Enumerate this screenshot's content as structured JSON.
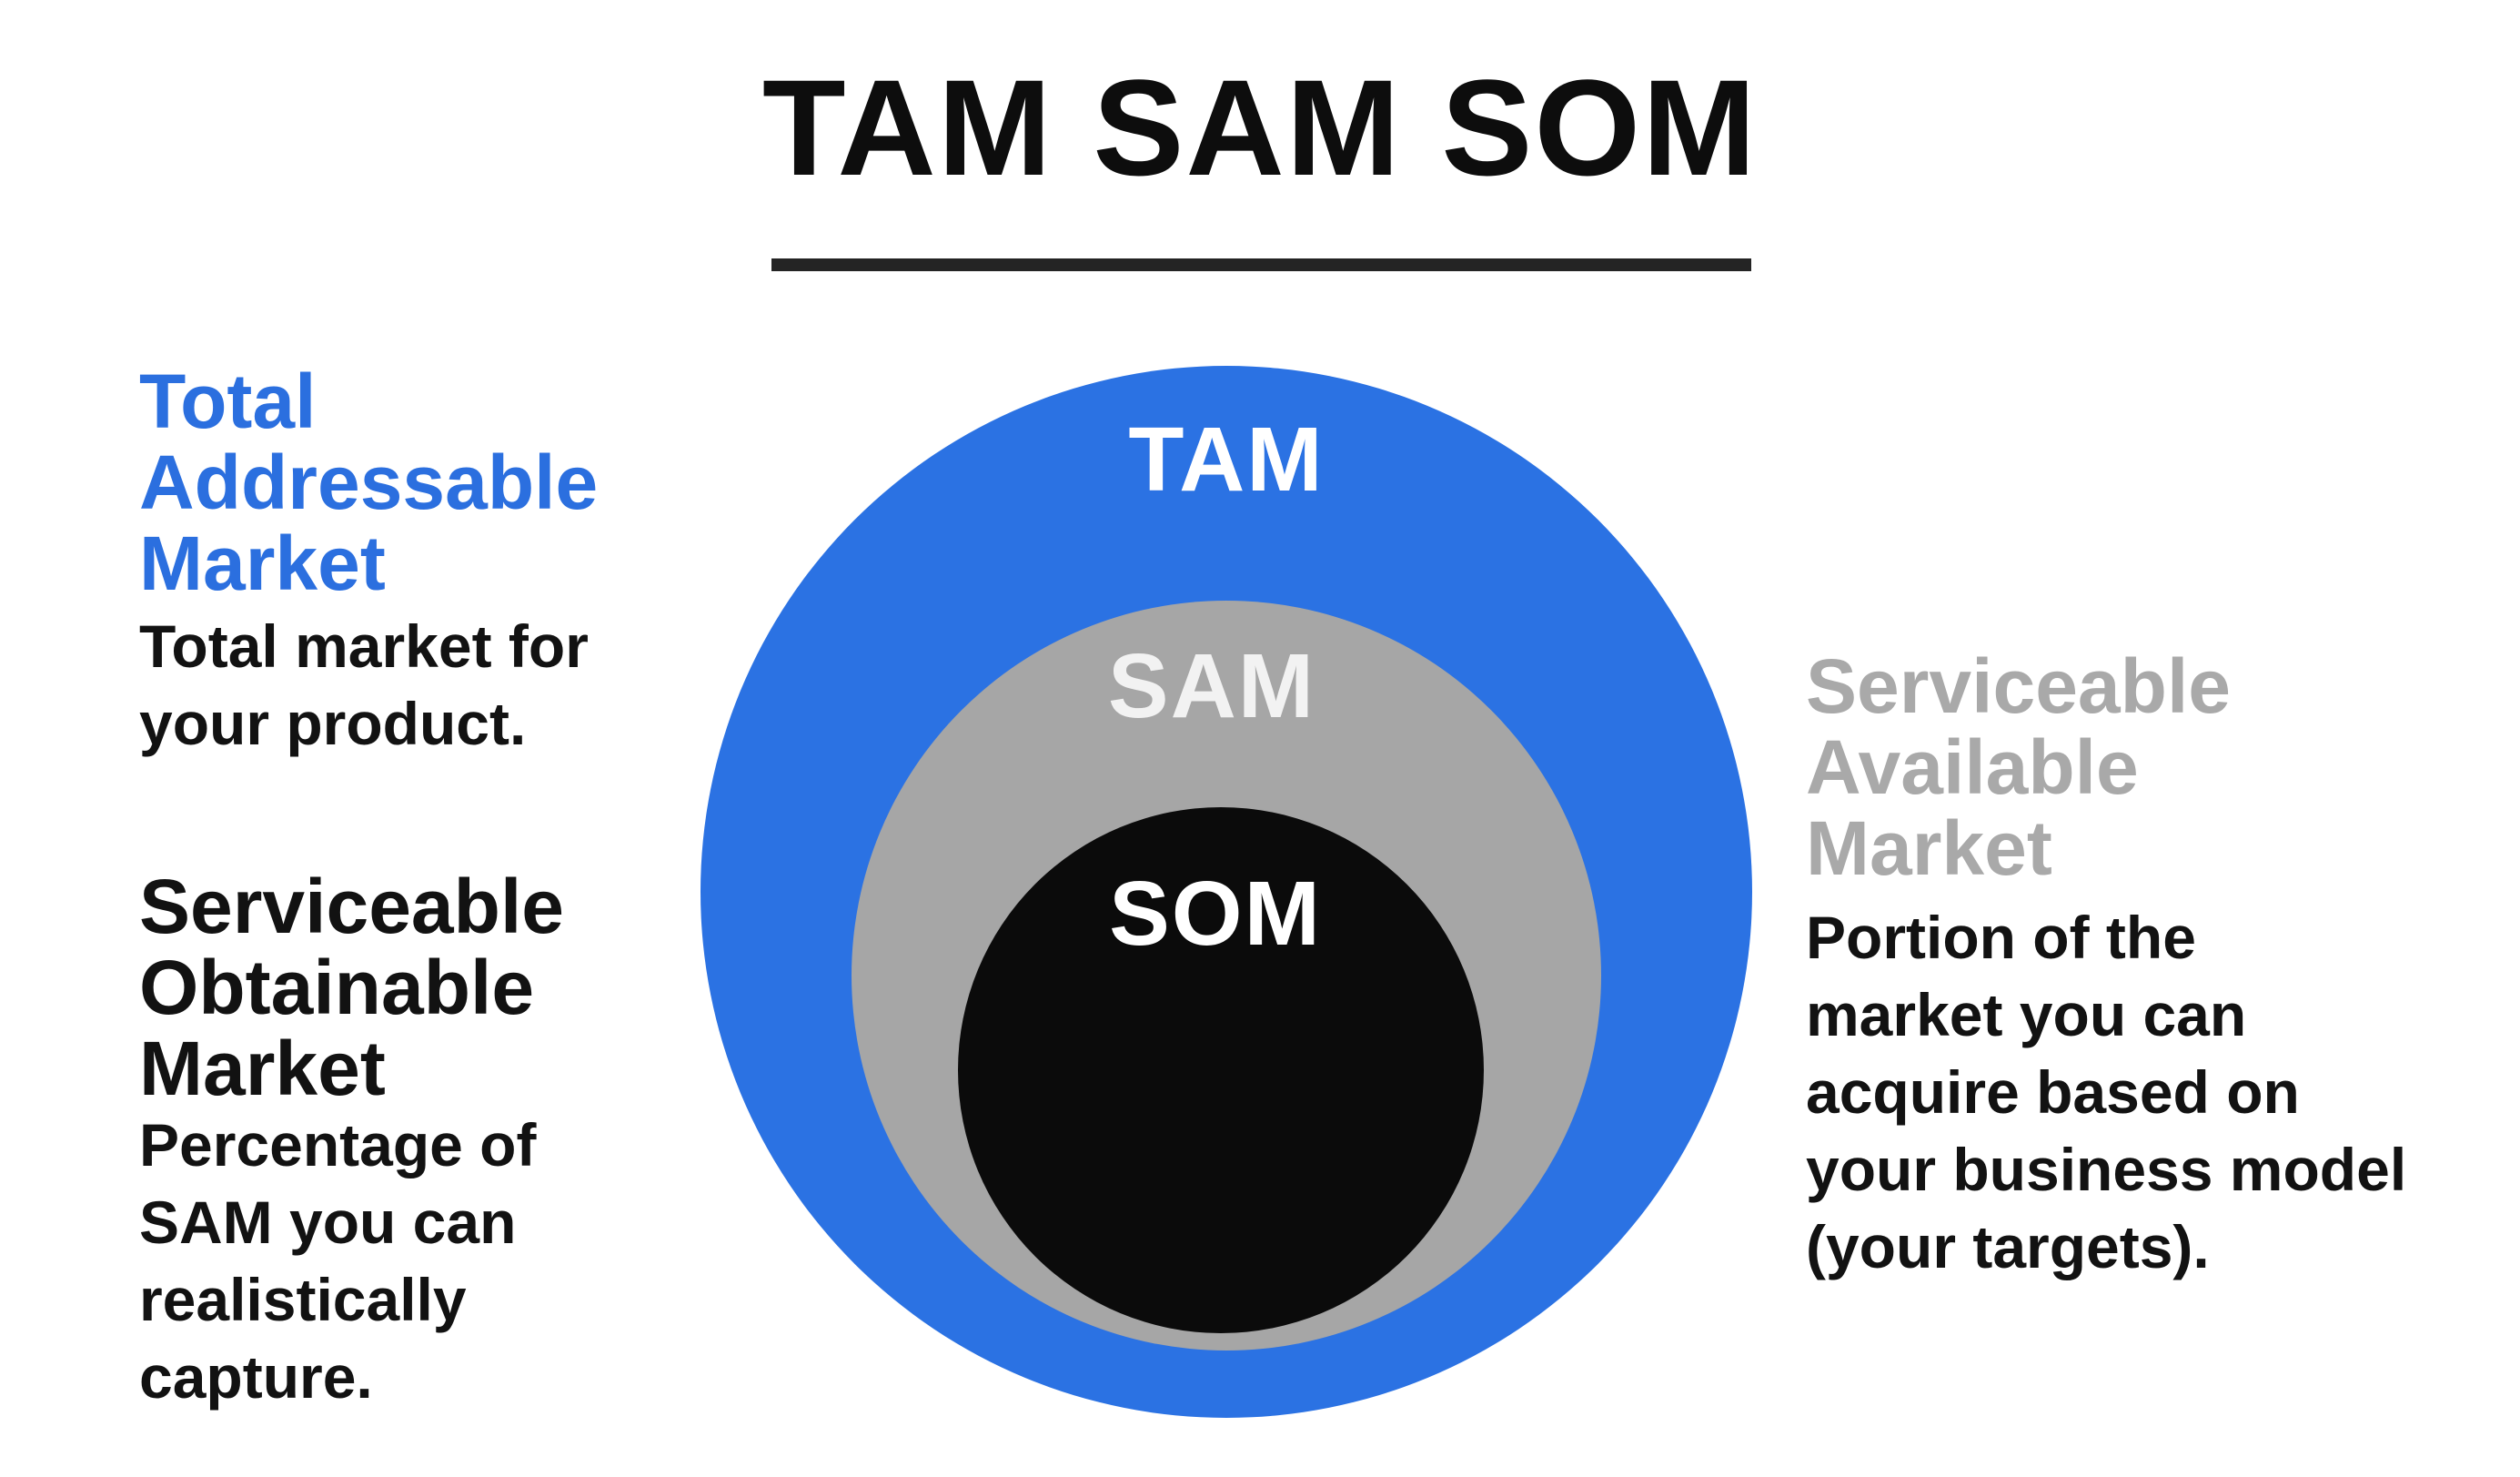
{
  "title": "TAM SAM SOM",
  "colors": {
    "tam_blue": "#2B72E3",
    "sam_gray": "#A6A6A6",
    "som_black": "#0B0B0B",
    "tam_label": "#FFFFFF",
    "sam_label": "#F2F2F2",
    "som_label": "#FFFFFF",
    "heading_blue": "#2B6FDF",
    "heading_gray": "#A9A9A9",
    "underline": "#242424"
  },
  "venn": {
    "tam_label": "TAM",
    "sam_label": "SAM",
    "som_label": "SOM"
  },
  "left_column": {
    "tam_heading": "Total\nAddressable\nMarket",
    "tam_description": "Total market for\nyour product.",
    "som_heading": "Serviceable\nObtainable\nMarket",
    "som_description": "Percentage of\nSAM you can\nrealistically\ncapture."
  },
  "right_column": {
    "sam_heading": "Serviceable\nAvailable\nMarket",
    "sam_description": "Portion of the\nmarket you can\nacquire based on\nyour business model\n(your targets)."
  }
}
